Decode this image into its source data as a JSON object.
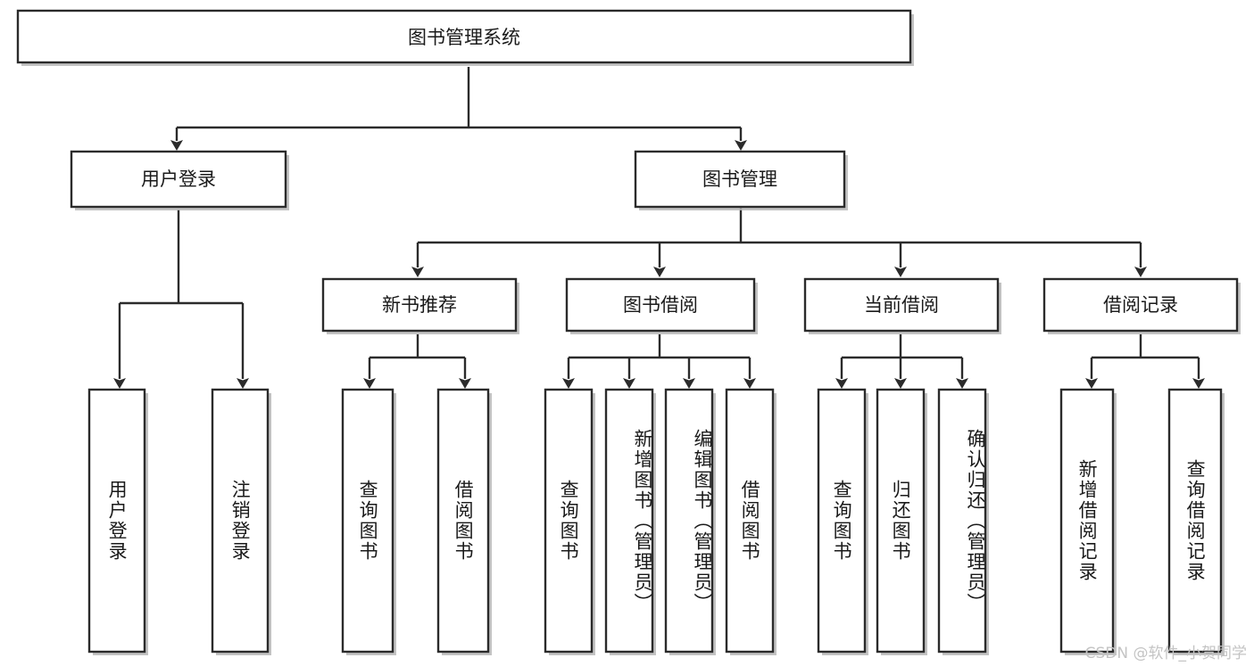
{
  "diagram": {
    "type": "tree-hierarchy",
    "title": "图书管理系统",
    "watermark": "CSDN @软件_小贺同学",
    "colors": {
      "stroke": "#2b2b2b",
      "box_fill": "#ffffff",
      "text": "#1a1a1a",
      "watermark": "#c4c4c4",
      "background": "#ffffff"
    },
    "root": {
      "label": "图书管理系统",
      "orientation": "horizontal"
    },
    "level2": [
      {
        "label": "用户登录",
        "orientation": "horizontal"
      },
      {
        "label": "图书管理",
        "orientation": "horizontal"
      }
    ],
    "level3": [
      {
        "label": "新书推荐",
        "orientation": "horizontal",
        "parent": "图书管理"
      },
      {
        "label": "图书借阅",
        "orientation": "horizontal",
        "parent": "图书管理"
      },
      {
        "label": "当前借阅",
        "orientation": "horizontal",
        "parent": "图书管理"
      },
      {
        "label": "借阅记录",
        "orientation": "horizontal",
        "parent": "图书管理"
      }
    ],
    "leaves": {
      "user_login": [
        {
          "label": "用户登录",
          "orientation": "vertical"
        },
        {
          "label": "注销登录",
          "orientation": "vertical"
        }
      ],
      "new_book_recommend": [
        {
          "label": "查询图书",
          "orientation": "vertical"
        },
        {
          "label": "借阅图书",
          "orientation": "vertical"
        }
      ],
      "book_borrow": [
        {
          "label": "查询图书",
          "orientation": "vertical"
        },
        {
          "label": "新增图书（管理员）",
          "orientation": "vertical"
        },
        {
          "label": "编辑图书（管理员）",
          "orientation": "vertical"
        },
        {
          "label": "借阅图书",
          "orientation": "vertical"
        }
      ],
      "current_borrow": [
        {
          "label": "查询图书",
          "orientation": "vertical"
        },
        {
          "label": "归还图书",
          "orientation": "vertical"
        },
        {
          "label": "确认归还（管理员）",
          "orientation": "vertical"
        }
      ],
      "borrow_record": [
        {
          "label": "新增借阅记录",
          "orientation": "vertical"
        },
        {
          "label": "查询借阅记录",
          "orientation": "vertical"
        }
      ]
    }
  }
}
